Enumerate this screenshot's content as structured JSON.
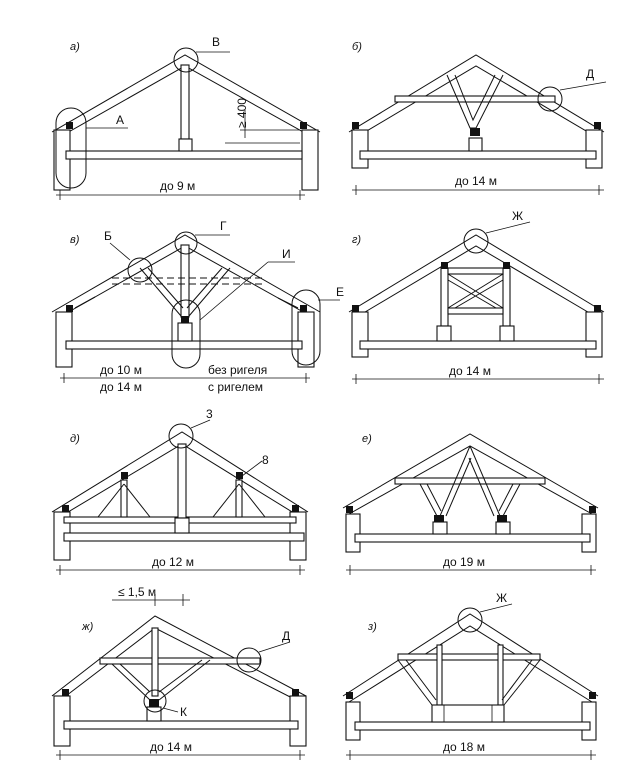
{
  "panels": [
    {
      "id": "a",
      "letter": "а)",
      "span": "до 9 м",
      "marks": [
        "А",
        "В"
      ],
      "dim": "≥ 400"
    },
    {
      "id": "b",
      "letter": "б)",
      "span": "до 14 м",
      "marks": [
        "Д"
      ]
    },
    {
      "id": "v",
      "letter": "в)",
      "span_lines": [
        "до 10 м",
        "до 14 м"
      ],
      "notes": [
        "без ригеля",
        "с ригелем"
      ],
      "marks": [
        "Б",
        "Г",
        "И",
        "Е"
      ]
    },
    {
      "id": "g",
      "letter": "г)",
      "span": "до 14 м",
      "marks": [
        "Ж"
      ]
    },
    {
      "id": "d",
      "letter": "д)",
      "span": "до 12 м",
      "marks": [
        "3",
        "8"
      ]
    },
    {
      "id": "e",
      "letter": "е)",
      "span": "до 19 м",
      "marks": []
    },
    {
      "id": "zh",
      "letter": "ж)",
      "span": "до 14 м",
      "marks": [
        "Д",
        "К"
      ],
      "dim": "≤ 1,5 м"
    },
    {
      "id": "z",
      "letter": "з)",
      "span": "до 18 м",
      "marks": [
        "Ж"
      ]
    }
  ]
}
